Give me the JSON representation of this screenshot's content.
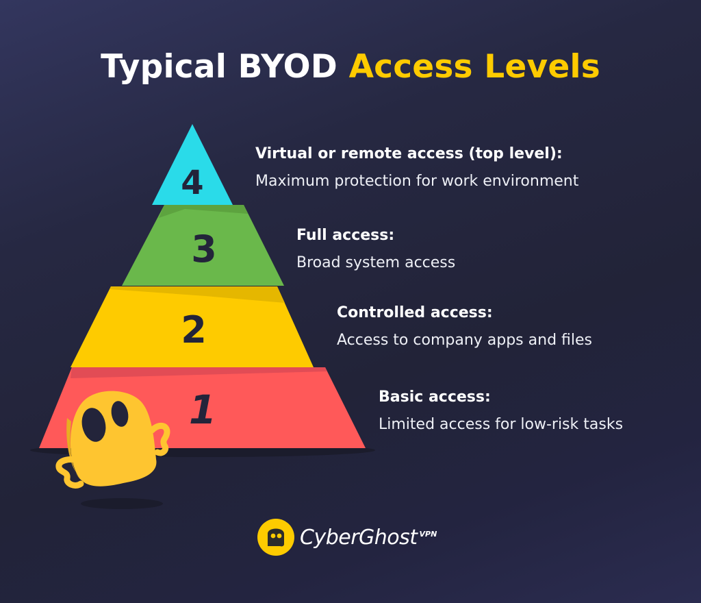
{
  "title": {
    "part1": "Typical BYOD ",
    "part2": "Access Levels"
  },
  "colors": {
    "background": "#242539",
    "accent": "#fecb00",
    "level4": "#2adbe9",
    "level3": "#6ab84b",
    "level2": "#fecb00",
    "level1": "#ff5959",
    "numeral": "#23243a"
  },
  "pyramid": {
    "levels": [
      {
        "number": "4",
        "color_name": "cyan"
      },
      {
        "number": "3",
        "color_name": "green"
      },
      {
        "number": "2",
        "color_name": "yellow"
      },
      {
        "number": "1",
        "color_name": "red"
      }
    ]
  },
  "levels": [
    {
      "heading": "Virtual or remote access (top level):",
      "description": "Maximum protection for work environment"
    },
    {
      "heading": "Full access:",
      "description": "Broad system access"
    },
    {
      "heading": "Controlled access:",
      "description": "Access to company apps and files"
    },
    {
      "heading": "Basic access:",
      "description": "Limited access for low-risk tasks"
    }
  ],
  "logo": {
    "name": "CyberGhost",
    "suffix": "VPN"
  }
}
